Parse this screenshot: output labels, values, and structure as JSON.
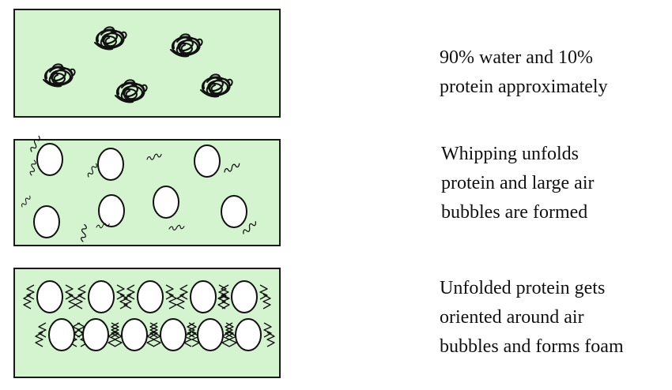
{
  "colors": {
    "panel_fill": "#d4f4cf",
    "panel_border": "#1a1a1a",
    "bubble_fill": "#ffffff",
    "strand": "#111111"
  },
  "icons": {
    "coiled_protein": "coiled-protein-icon",
    "unfolded_protein": "unfolded-protein-strand-icon",
    "air_bubble": "air-bubble-icon"
  },
  "stages": [
    {
      "name": "native-protein",
      "caption_lines": [
        "90% water and 10%",
        "protein approximately"
      ]
    },
    {
      "name": "whipped",
      "caption_lines": [
        "Whipping unfolds",
        "protein and large air",
        "bubbles are formed"
      ]
    },
    {
      "name": "foam",
      "caption_lines": [
        "Unfolded protein gets",
        "oriented around air",
        "bubbles and forms foam"
      ]
    }
  ]
}
